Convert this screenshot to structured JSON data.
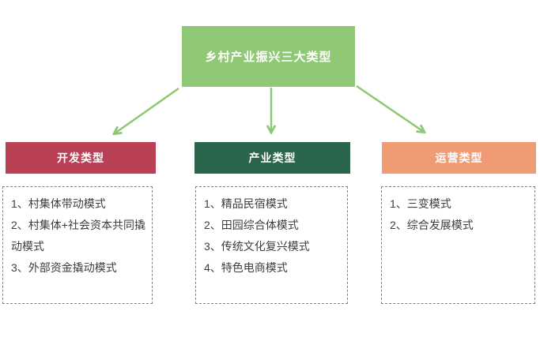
{
  "root": {
    "title": "乡村产业振兴三大类型"
  },
  "branches": [
    {
      "id": "development",
      "label": "开发类型",
      "color": "#ba4056",
      "items": [
        "1、村集体带动模式",
        "2、村集体+社会资本共同撬动模式",
        "3、外部资金撬动模式"
      ]
    },
    {
      "id": "industry",
      "label": "产业类型",
      "color": "#2b664c",
      "items": [
        "1、精品民宿模式",
        "2、田园综合体模式",
        "3、传统文化复兴模式",
        "4、特色电商模式"
      ]
    },
    {
      "id": "operation",
      "label": "运营类型",
      "color": "#ef9c76",
      "items": [
        "1、三变模式",
        "2、综合发展模式"
      ]
    }
  ],
  "colors": {
    "root_fill": "#8fc975",
    "arrow": "#8cc971",
    "dev_fill": "#ba4056",
    "ind_fill": "#2b664c",
    "ops_fill": "#ef9c76",
    "list_border": "#7f7f7f",
    "list_text": "#3d3d3d"
  }
}
